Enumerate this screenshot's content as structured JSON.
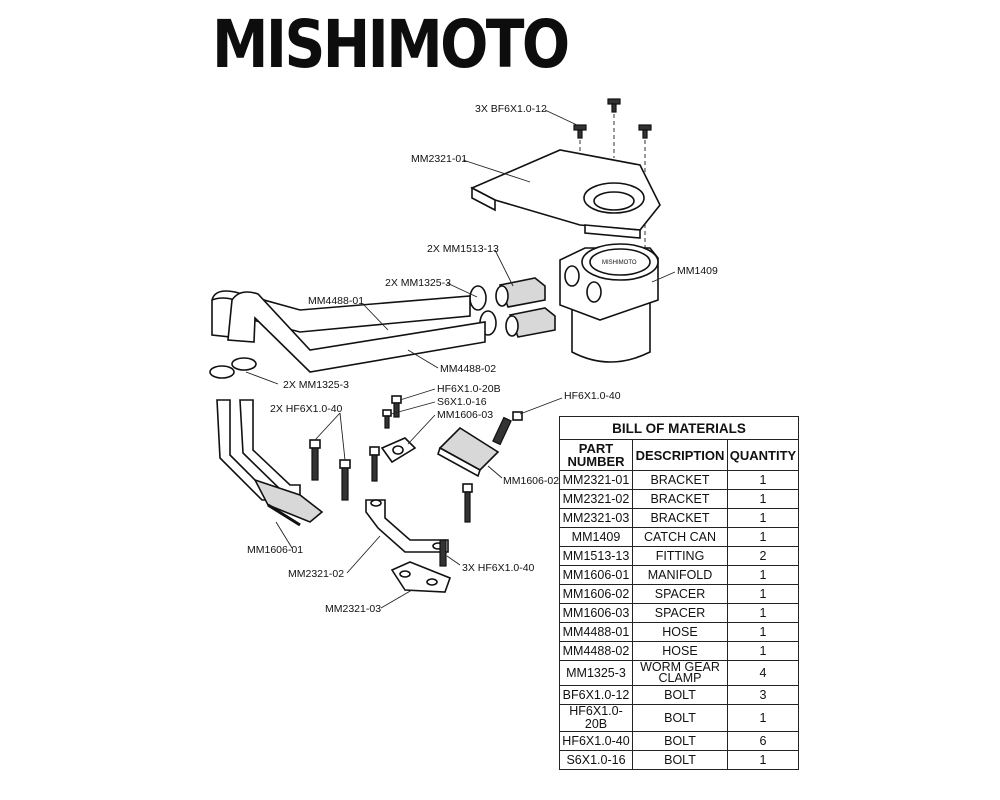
{
  "brand": {
    "logo_text": "MISHIMOTO"
  },
  "callouts": {
    "bolts_top": "3X BF6X1.0-12",
    "bracket_top": "MM2321-01",
    "fittings": "2X MM1513-13",
    "clamps_upper": "2X MM1325-3",
    "catch_can": "MM1409",
    "hose_upper": "MM4488-01",
    "hose_lower": "MM4488-02",
    "clamps_lower": "2X MM1325-3",
    "bolts_manifold": "2X HF6X1.0-40",
    "bolt_hf20": "HF6X1.0-20B",
    "bolt_s6": "S6X1.0-16",
    "spacer_03": "MM1606-03",
    "bolt_hf40": "HF6X1.0-40",
    "spacer_02": "MM1606-02",
    "manifold": "MM1606-01",
    "bracket_02": "MM2321-02",
    "bolts_bracket": "3X HF6X1.0-40",
    "bracket_03": "MM2321-03",
    "can_lid_text": "MISHIMOTO"
  },
  "bom": {
    "title": "BILL OF MATERIALS",
    "headers": [
      "PART NUMBER",
      "DESCRIPTION",
      "QUANTITY"
    ],
    "rows": [
      {
        "part": "MM2321-01",
        "desc": "BRACKET",
        "qty": "1"
      },
      {
        "part": "MM2321-02",
        "desc": "BRACKET",
        "qty": "1"
      },
      {
        "part": "MM2321-03",
        "desc": "BRACKET",
        "qty": "1"
      },
      {
        "part": "MM1409",
        "desc": "CATCH CAN",
        "qty": "1"
      },
      {
        "part": "MM1513-13",
        "desc": "FITTING",
        "qty": "2"
      },
      {
        "part": "MM1606-01",
        "desc": "MANIFOLD",
        "qty": "1"
      },
      {
        "part": "MM1606-02",
        "desc": "SPACER",
        "qty": "1"
      },
      {
        "part": "MM1606-03",
        "desc": "SPACER",
        "qty": "1"
      },
      {
        "part": "MM4488-01",
        "desc": "HOSE",
        "qty": "1"
      },
      {
        "part": "MM4488-02",
        "desc": "HOSE",
        "qty": "1"
      },
      {
        "part": "MM1325-3",
        "desc": "WORM GEAR CLAMP",
        "qty": "4"
      },
      {
        "part": "BF6X1.0-12",
        "desc": "BOLT",
        "qty": "3"
      },
      {
        "part": "HF6X1.0-20B",
        "desc": "BOLT",
        "qty": "1"
      },
      {
        "part": "HF6X1.0-40",
        "desc": "BOLT",
        "qty": "6"
      },
      {
        "part": "S6X1.0-16",
        "desc": "BOLT",
        "qty": "1"
      }
    ]
  }
}
